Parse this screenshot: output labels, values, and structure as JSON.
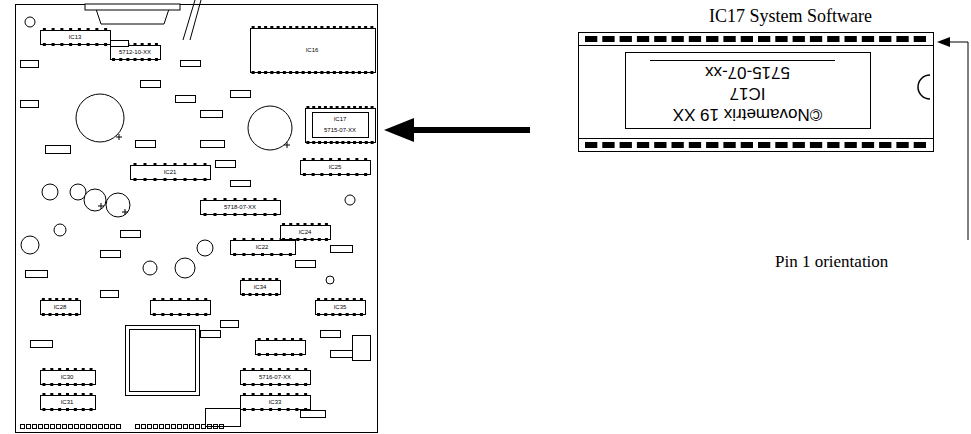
{
  "diagram": {
    "title": "IC17 System Software",
    "nodes": [
      {
        "text": [
          "©Novametrix 19 XX",
          "IC17",
          "5715-07-xx"
        ]
      }
    ],
    "labels": [
      "Pin 1 orientation",
      "IC16",
      "IC17",
      "5715-07-XX",
      "5712-10-XX",
      "IC13",
      "IC21",
      "5718-07-XX",
      "IC22",
      "IC24",
      "IC25",
      "IC28",
      "IC30",
      "IC31",
      "5716-07-XX",
      "IC33",
      "IC35",
      "IC34"
    ]
  }
}
